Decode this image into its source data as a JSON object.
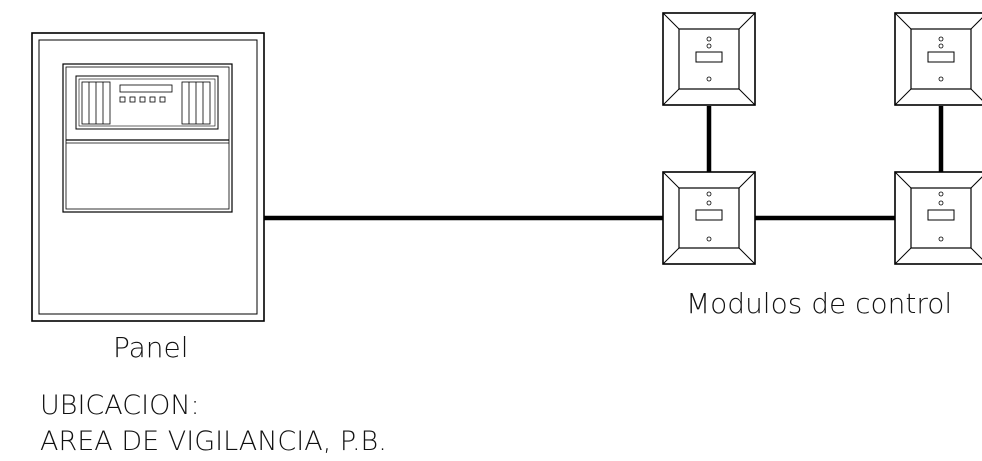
{
  "labels": {
    "panel": "Panel",
    "modules": "Modulos de control",
    "location_heading": "UBICACION:",
    "location_value": "AREA DE VIGILANCIA, P.B."
  },
  "components": {
    "panel": "fire-alarm-control-panel",
    "modules": [
      {
        "id": "module-top-1"
      },
      {
        "id": "module-top-2"
      },
      {
        "id": "module-bottom-1"
      },
      {
        "id": "module-bottom-2"
      }
    ]
  },
  "connections": [
    {
      "from": "fire-alarm-control-panel",
      "to": "module-bottom-1"
    },
    {
      "from": "module-bottom-1",
      "to": "module-bottom-2"
    },
    {
      "from": "module-top-1",
      "to": "module-bottom-1"
    },
    {
      "from": "module-top-2",
      "to": "module-bottom-2"
    }
  ],
  "colors": {
    "stroke": "#000000",
    "background": "#ffffff"
  }
}
